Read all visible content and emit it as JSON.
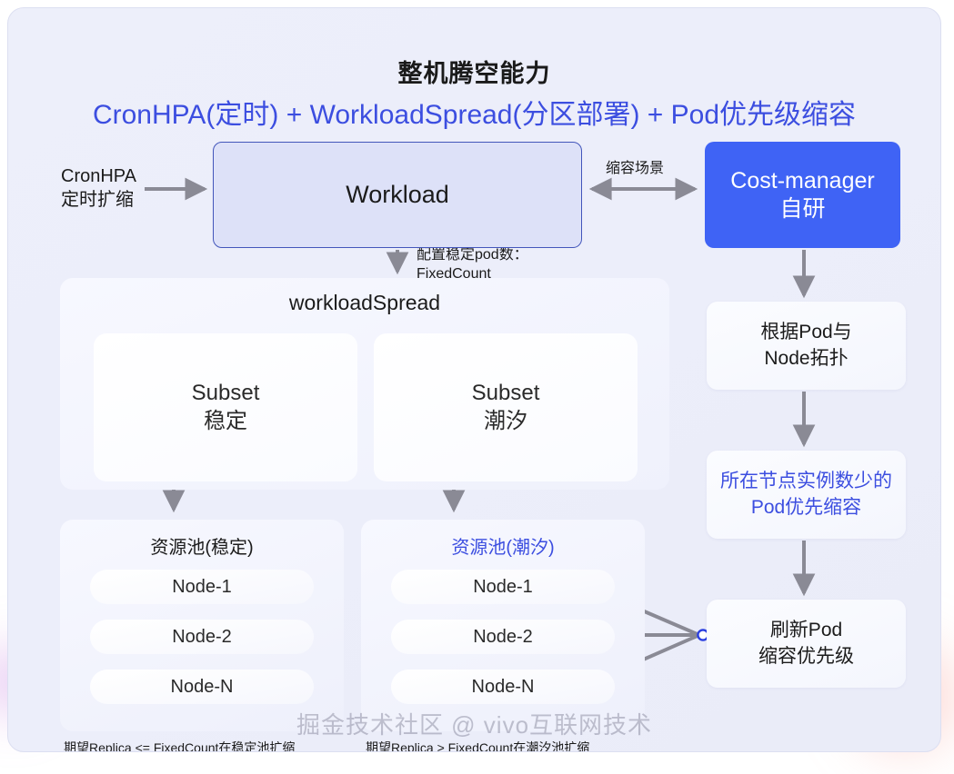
{
  "header": {
    "title": "整机腾空能力",
    "subtitle": "CronHPA(定时) + WorkloadSpread(分区部署) + Pod优先级缩容",
    "subtitle_color": "#3c4ee0"
  },
  "nodes": {
    "workload": "Workload",
    "cost_manager": "Cost-manager\n自研",
    "spread_title": "workloadSpread",
    "subset_stable": "Subset\n稳定",
    "subset_tidal": "Subset\n潮汐",
    "topology": "根据Pod与\nNode拓扑",
    "priority": "所在节点实例数少的\nPod优先缩容",
    "refresh": "刷新Pod\n缩容优先级"
  },
  "edges": {
    "cronhpa": "CronHPA\n定时扩缩",
    "scale_scene": "缩容场景",
    "fixed_count": "配置稳定pod数：\nFixedCount"
  },
  "pools": [
    {
      "title": "资源池(稳定)",
      "title_accent": false,
      "nodes": [
        "Node-1",
        "Node-2",
        "Node-N"
      ],
      "caption": "期望Replica <= FixedCount在稳定池扩缩"
    },
    {
      "title": "资源池(潮汐)",
      "title_accent": true,
      "nodes": [
        "Node-1",
        "Node-2",
        "Node-N"
      ],
      "caption": "期望Replica > FixedCount在潮汐池扩缩"
    }
  ],
  "watermark": "掘金技术社区 @ vivo互联网技术",
  "colors": {
    "accent_blue": "#3c4ee0",
    "cost_manager_bg": "#3f63f5",
    "workload_bg": "#dde1f8",
    "workload_border": "#4356bb",
    "arrow_gray": "#8a8a95",
    "connector_blue": "#3c4ee0",
    "canvas_bg": "#eceefa"
  }
}
